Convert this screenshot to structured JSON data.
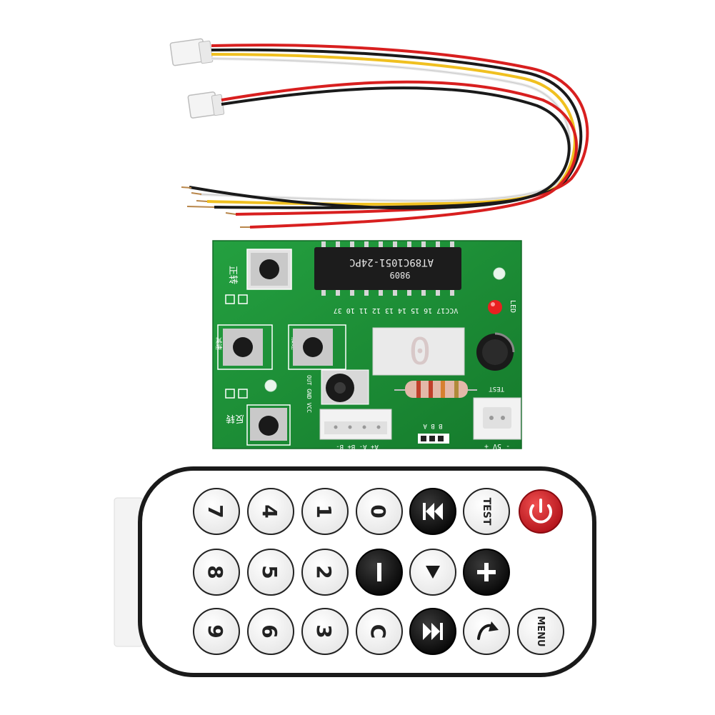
{
  "colors": {
    "pcb_green": "#1f8c3a",
    "silkscreen": "#ffffff",
    "wire_red": "#d81f1f",
    "wire_black": "#1a1a1a",
    "wire_yellow": "#f0c020",
    "wire_white": "#e8e8e8",
    "remote_body": "#ffffff",
    "remote_border": "#1a1a1a",
    "power_key": "#d0202a"
  },
  "pcb": {
    "chip_line1": "AT89C1051-24PC",
    "chip_line2": "9809",
    "pin_labels": "VCC17 16 15 14 13 12 11 10 37",
    "led_label": "LED",
    "label_forward": "正转",
    "label_reverse": "反转",
    "label_accelerate": "加速",
    "label_decelerate": "减速",
    "ir_pins": "OUT GND VCC",
    "connector_label": "A+ A- B+ B-",
    "jumper_label": "B B A",
    "power_label": "- 5V +",
    "button_test_label": "TEST",
    "display_value": "0"
  },
  "remote": {
    "row1": [
      "7",
      "4",
      "1",
      "0",
      "prev",
      "TEST",
      "power"
    ],
    "row2": [
      "8",
      "5",
      "2",
      "-",
      "play",
      "+",
      ""
    ],
    "row3": [
      "9",
      "6",
      "3",
      "C",
      "next",
      "return",
      "MENU"
    ],
    "icons": {
      "prev": "skip-previous-icon",
      "play": "play-icon",
      "next": "skip-next-icon",
      "return": "return-icon",
      "power": "power-icon",
      "minus": "minus-icon",
      "plus": "plus-icon"
    }
  }
}
